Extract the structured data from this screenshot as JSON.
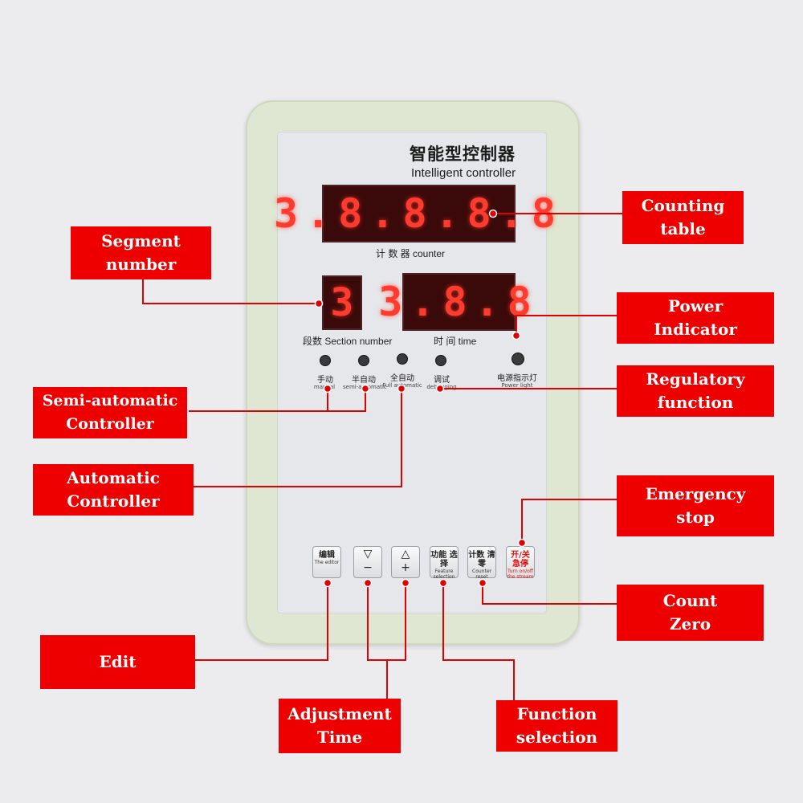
{
  "panel": {
    "title_cn": "智能型控制器",
    "title_en": "Intelligent controller",
    "counter_display": "3.8.8.8.8",
    "counter_label": "计 数 器 counter",
    "section_display": "3",
    "section_label": "段数 Section number",
    "time_display": "3.8.8",
    "time_label": "时 间 time"
  },
  "indicators": [
    {
      "label": "手动",
      "sub": "manual"
    },
    {
      "label": "半自动",
      "sub": "semi-automatic"
    },
    {
      "label": "全自动",
      "sub": "Full automatic"
    },
    {
      "label": "调试",
      "sub": "debugging"
    },
    {
      "label": "电源指示灯",
      "sub": "Power light"
    }
  ],
  "keys": [
    {
      "label": "编辑",
      "sub": "The editor"
    },
    {
      "label": "▽",
      "sub": "−"
    },
    {
      "label": "△",
      "sub": "+"
    },
    {
      "label": "功能 选择",
      "sub": "Feature selection"
    },
    {
      "label": "计数 清零",
      "sub": "Counter reset"
    },
    {
      "label": "开/关 急停",
      "sub": "Turn on/off the stream"
    }
  ],
  "callouts": {
    "counting_table": [
      "Counting",
      "table"
    ],
    "segment_number": [
      "Segment",
      "number"
    ],
    "power_indicator": [
      "Power",
      "Indicator"
    ],
    "regulatory_function": [
      "Regulatory",
      "function"
    ],
    "semi_automatic": [
      "Semi-automatic",
      "Controller"
    ],
    "automatic": [
      "Automatic",
      "Controller"
    ],
    "emergency_stop": [
      "Emergency",
      "stop"
    ],
    "count_zero": [
      "Count",
      "Zero"
    ],
    "edit": [
      "Edit"
    ],
    "adjustment_time": [
      "Adjustment",
      "Time"
    ],
    "function_selection": [
      "Function",
      "selection"
    ]
  },
  "colors": {
    "callout_bg": "#ee0000",
    "callout_text": "#ffffff",
    "led_digit": "#ff3b2f",
    "device_shell": "#dfe6d2"
  }
}
